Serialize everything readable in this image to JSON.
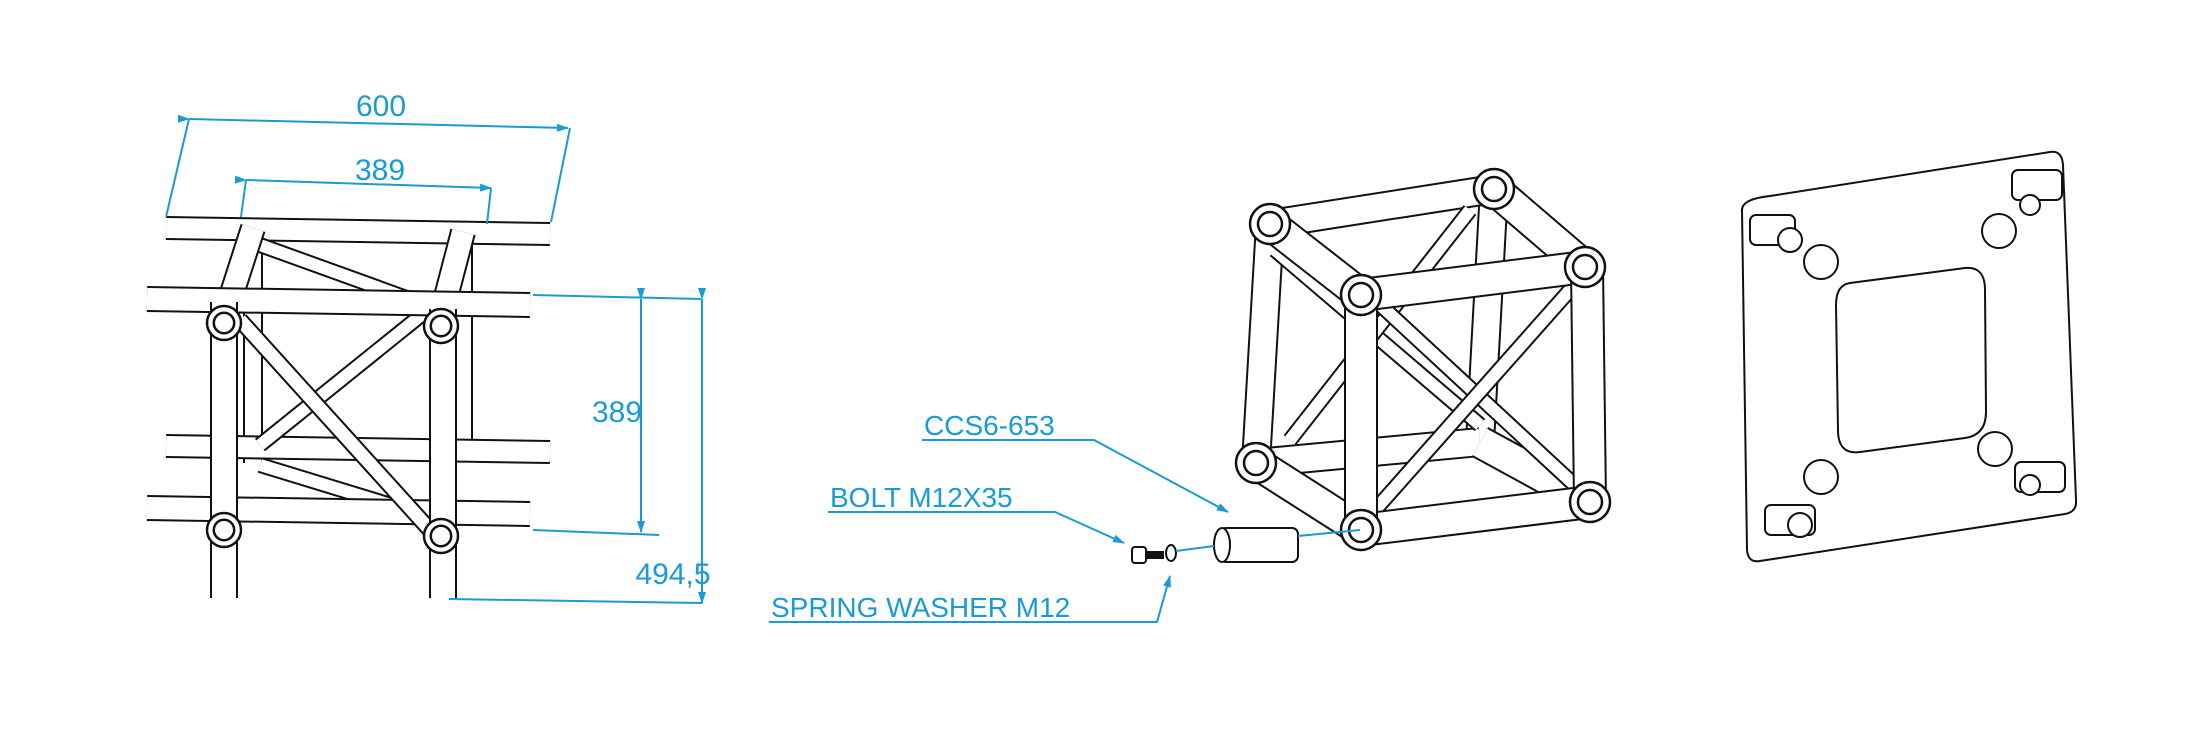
{
  "colors": {
    "dimension": "#1a9ad6",
    "ink": "#111111"
  },
  "dimensions": {
    "overall_width": "600",
    "inner_width": "389",
    "inner_height": "389",
    "overall_height": "494,5"
  },
  "callouts": {
    "spacer": "CCS6-653",
    "bolt": "BOLT M12X35",
    "washer": "SPRING WASHER M12"
  }
}
